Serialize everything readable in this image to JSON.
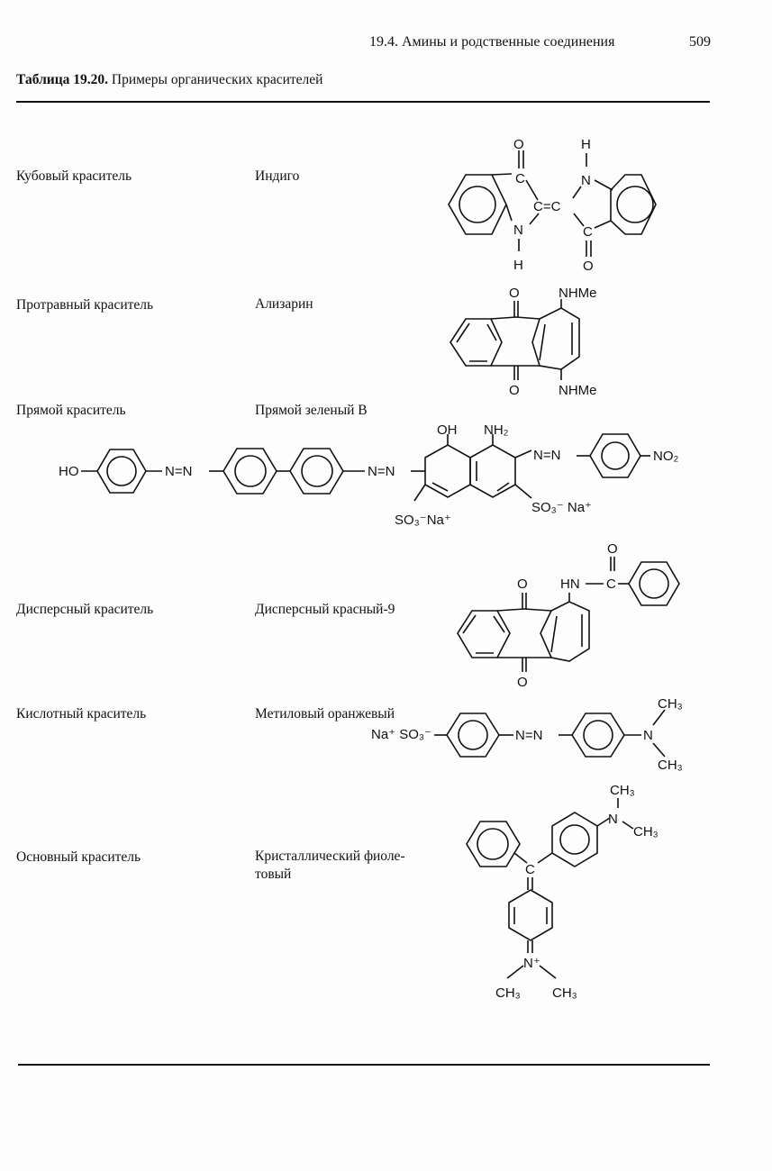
{
  "header": {
    "section_title": "19.4. Амины и родственные соединения",
    "page_number": "509"
  },
  "table": {
    "caption_bold": "Таблица 19.20.",
    "caption_text": "Примеры органических красителей",
    "rows": [
      {
        "type": "Кубовый краситель",
        "name": "Индиго",
        "structure_labels": {
          "o1": "O",
          "c1": "C",
          "c2": "C=C",
          "n1": "N",
          "h1": "H",
          "h2": "H",
          "n2": "N",
          "c3": "C",
          "o2": "O"
        }
      },
      {
        "type": "Протравный краситель",
        "name": "Ализарин",
        "structure_labels": {
          "o1": "O",
          "o2": "O",
          "sub1": "NHMe",
          "sub2": "NHMe"
        }
      },
      {
        "type": "Прямой краситель",
        "name": "Прямой зеленый В",
        "structure_labels": {
          "ho": "HO",
          "azo1": "N=N",
          "azo2": "N=N",
          "oh": "OH",
          "nh2": "NH₂",
          "azo3": "N=N",
          "no2": "NO₂",
          "so3a": "SO₃⁻Na⁺",
          "so3b": "SO₃⁻ Na⁺"
        }
      },
      {
        "type": "Дисперсный краситель",
        "name": "Дисперсный красный-9",
        "structure_labels": {
          "o1": "O",
          "o2": "O",
          "o3": "O",
          "hn": "HN",
          "c": "C"
        }
      },
      {
        "type": "Кислотный краситель",
        "name": "Метиловый оранжевый",
        "structure_labels": {
          "na_so3": "Na⁺ SO₃⁻",
          "azo": "N=N",
          "n": "N",
          "ch3a": "CH₃",
          "ch3b": "CH₃"
        }
      },
      {
        "type": "Основный краситель",
        "name_line1": "Кристаллический фиоле-",
        "name_line2": "товый",
        "structure_labels": {
          "c": "C",
          "n": "N",
          "ch3a": "CH₃",
          "ch3b": "CH₃",
          "nplus": "N⁺",
          "ch3c": "CH₃",
          "ch3d": "CH₃"
        }
      }
    ]
  },
  "colors": {
    "ink": "#111111",
    "paper": "#fdfdfd"
  }
}
